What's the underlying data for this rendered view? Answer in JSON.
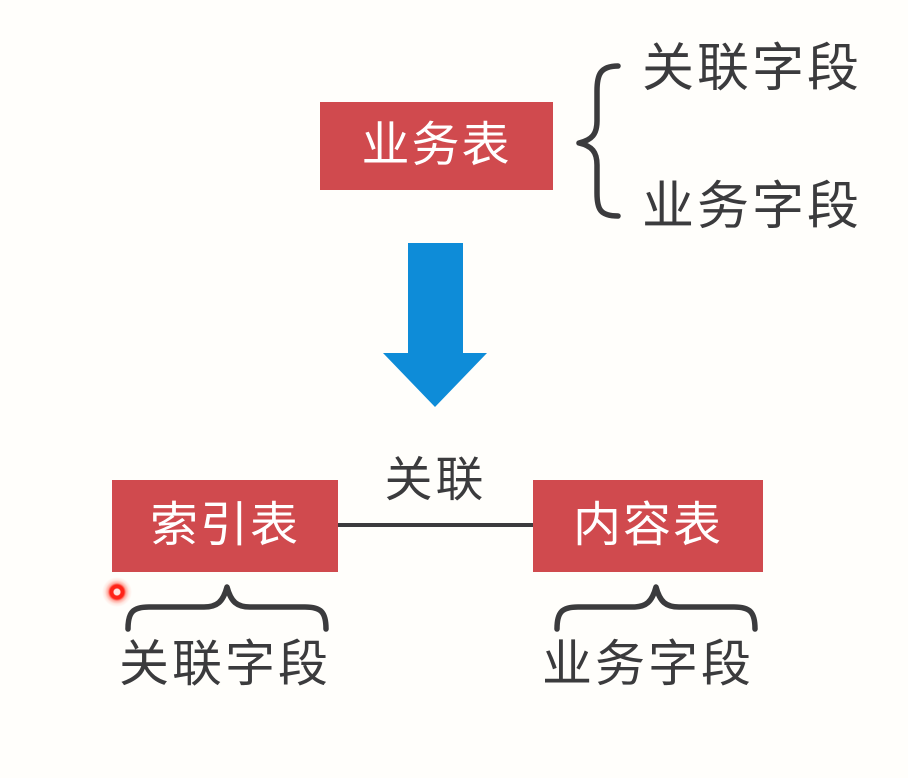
{
  "diagram": {
    "top": {
      "table": "业务表",
      "fields": [
        "关联字段",
        "业务字段"
      ]
    },
    "relation_label": "关联",
    "bottom_left": {
      "table": "索引表",
      "field": "关联字段"
    },
    "bottom_right": {
      "table": "内容表",
      "field": "业务字段"
    }
  },
  "colors": {
    "bg": "#fffefb",
    "box_red": "#d04a4e",
    "arrow_blue": "#0e8cd8",
    "ink": "#3b3b3d",
    "laser_red": "#ff2317"
  }
}
